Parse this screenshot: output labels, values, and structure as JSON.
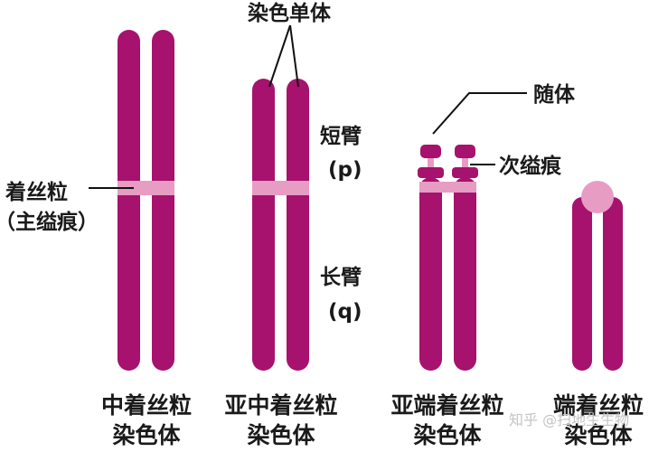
{
  "colors": {
    "chromatid": "#A6126E",
    "centromere": "#E79CC4",
    "leader_line": "#111111",
    "text": "#1a1a1a",
    "watermark": "#c4c4c4"
  },
  "labels": {
    "sister_chromatid": "染色单体",
    "centromere": "着丝粒",
    "primary_constriction": "（主缢痕）",
    "short_arm": "短臂",
    "short_arm_symbol": "(p)",
    "long_arm": "长臂",
    "long_arm_symbol": "(q)",
    "satellite": "随体",
    "secondary_constriction": "次缢痕"
  },
  "chromosome_types": [
    {
      "line1": "中着丝粒",
      "line2": "染色体"
    },
    {
      "line1": "亚中着丝粒",
      "line2": "染色体"
    },
    {
      "line1": "亚端着丝粒",
      "line2": "染色体"
    },
    {
      "line1": "端着丝粒",
      "line2": "染色体"
    }
  ],
  "watermark": "知乎 @扫地生生物"
}
